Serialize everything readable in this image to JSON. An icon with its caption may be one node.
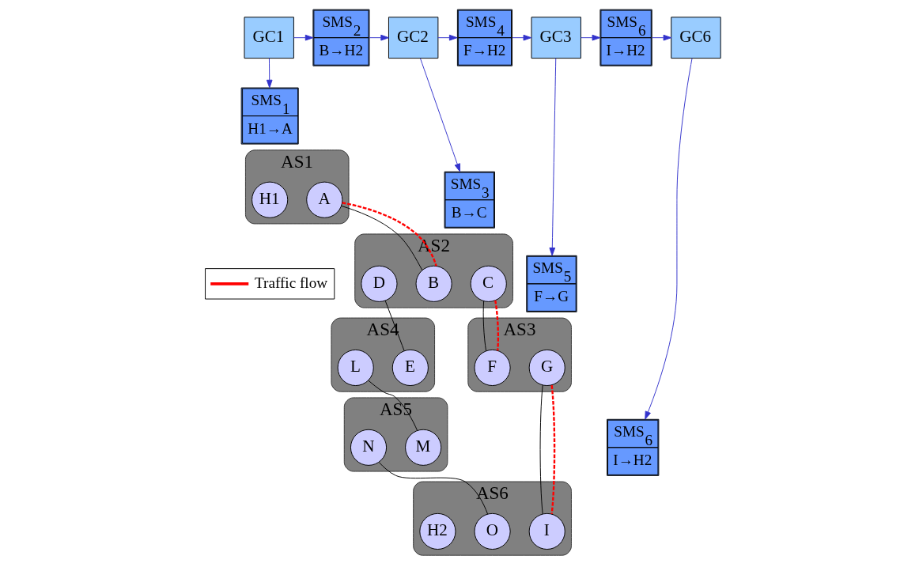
{
  "diagram": {
    "nodes": [
      {
        "text": [
          "GC1"
        ]
      },
      {
        "text": [
          "SMS$_{2}$",
          "B→H2"
        ]
      },
      {
        "text": [
          "GC2"
        ]
      },
      {
        "text": [
          "SMS$_{4}$",
          "F→H2"
        ]
      },
      {
        "text": [
          "GC3"
        ]
      },
      {
        "text": [
          "SMS$_{6}$",
          "I→H2"
        ]
      },
      {
        "text": [
          "GC6"
        ]
      },
      {
        "text": [
          "SMS$_{1}$",
          "H1→A"
        ]
      },
      {
        "text": [
          "SMS$_{3}$",
          "B→C"
        ]
      },
      {
        "text": [
          "SMS$_{5}$",
          "F→G"
        ]
      },
      {
        "text": [
          "SMS$_{6}$",
          "I→H2"
        ]
      },
      {
        "text": [
          "AS1"
        ]
      },
      {
        "text": [
          "H1"
        ],
        "in": 11
      },
      {
        "text": [
          "A"
        ],
        "in": 11
      },
      {
        "text": [
          "AS2"
        ]
      },
      {
        "text": [
          "B"
        ],
        "in": 14
      },
      {
        "text": [
          "C"
        ],
        "in": 14
      },
      {
        "text": [
          "D"
        ],
        "in": 14
      },
      {
        "text": [
          "AS3"
        ]
      },
      {
        "text": [
          "F"
        ],
        "in": 18
      },
      {
        "text": [
          "G"
        ],
        "in": 18
      },
      {
        "text": [
          "AS4"
        ]
      },
      {
        "text": [
          "E"
        ],
        "in": 21
      },
      {
        "text": [
          "L"
        ],
        "in": 21
      },
      {
        "text": [
          "AS5"
        ]
      },
      {
        "text": [
          "M"
        ],
        "in": 24
      },
      {
        "text": [
          "N"
        ],
        "in": 24
      },
      {
        "text": [
          "AS6"
        ]
      },
      {
        "text": [
          "I"
        ],
        "in": 27
      },
      {
        "text": [
          "O"
        ],
        "in": 27
      },
      {
        "text": [
          "H2"
        ],
        "in": 27
      }
    ],
    "edges": [
      {
        "from": 0,
        "to": 7,
        "arrow": "to"
      },
      {
        "from": 0,
        "to": 1,
        "arrow": "to"
      },
      {
        "from": 1,
        "to": 2,
        "arrow": "to"
      },
      {
        "from": 2,
        "to": 8,
        "arrow": "to"
      },
      {
        "from": 2,
        "to": 3,
        "arrow": "to"
      },
      {
        "from": 3,
        "to": 4,
        "arrow": "to"
      },
      {
        "from": 4,
        "to": 9,
        "arrow": "to"
      },
      {
        "from": 4,
        "to": 5,
        "arrow": "to"
      },
      {
        "from": 5,
        "to": 6,
        "arrow": "to"
      },
      {
        "from": 6,
        "to": 10,
        "arrow": "to"
      },
      {
        "from": 13,
        "to": 15,
        "arrow": "none",
        "color": "#000000"
      },
      {
        "from": 13,
        "to": 15,
        "arrow": "none",
        "style": "dashed",
        "color": "#ff0000"
      },
      {
        "from": 16,
        "to": 19,
        "arrow": "none",
        "color": "#000000"
      },
      {
        "from": 16,
        "to": 19,
        "arrow": "none",
        "style": "dashed",
        "color": "#ff0000"
      },
      {
        "from": 20,
        "to": 28,
        "arrow": "none",
        "color": "#000000"
      },
      {
        "from": 20,
        "to": 28,
        "arrow": "none",
        "style": "dashed",
        "color": "#ff0000"
      },
      {
        "from": 17,
        "to": 22,
        "arrow": "none",
        "color": "#000000"
      },
      {
        "from": 23,
        "to": 25,
        "arrow": "none",
        "color": "#000000"
      },
      {
        "from": 26,
        "to": 29,
        "arrow": "none",
        "color": "#000000"
      }
    ],
    "legend": [
      {
        "text": "Traffic flow"
      }
    ]
  }
}
